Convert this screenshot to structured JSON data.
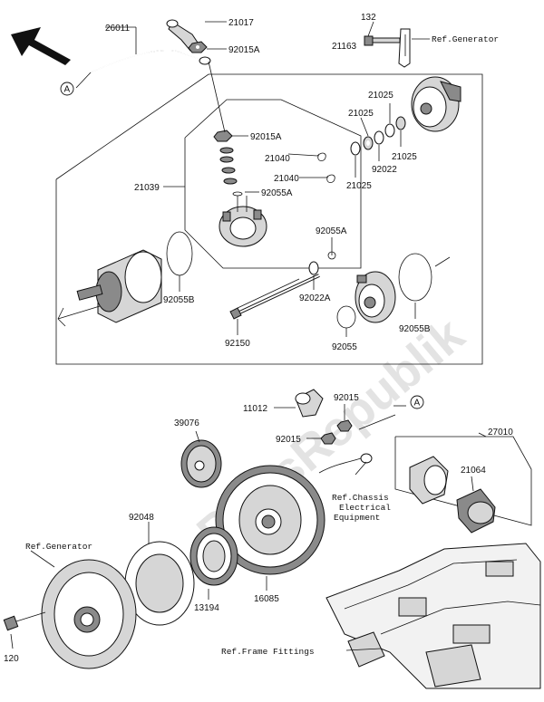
{
  "watermark": "PartsRepublik",
  "callout_marker": "A",
  "parts": {
    "p26011": "26011",
    "p21017": "21017",
    "p92015A_top": "92015A",
    "p132": "132",
    "p21163": "21163",
    "p92015A_mid": "92015A",
    "p21025_a": "21025",
    "p21025_b": "21025",
    "p21025_c": "21025",
    "p21025_d": "21025",
    "p92022": "92022",
    "p21040_a": "21040",
    "p21040_b": "21040",
    "p21039": "21039",
    "p92055A_a": "92055A",
    "p92055A_b": "92055A",
    "p92055B_a": "92055B",
    "p92022A": "92022A",
    "p92055B_b": "92055B",
    "p92150": "92150",
    "p92055": "92055",
    "p11012": "11012",
    "p92015_a": "92015",
    "p39076": "39076",
    "p92015_b": "92015",
    "p27010": "27010",
    "p21064": "21064",
    "p92048": "92048",
    "p13194": "13194",
    "p16085": "16085",
    "p120": "120"
  },
  "references": {
    "generator_top": "Ref.Generator",
    "chassis_line1": "Ref.Chassis",
    "chassis_line2": "Electrical",
    "chassis_line3": "Equipment",
    "generator_left": "Ref.Generator",
    "frame": "Ref.Frame Fittings"
  },
  "icons": [
    "front-direction-arrow-icon"
  ]
}
